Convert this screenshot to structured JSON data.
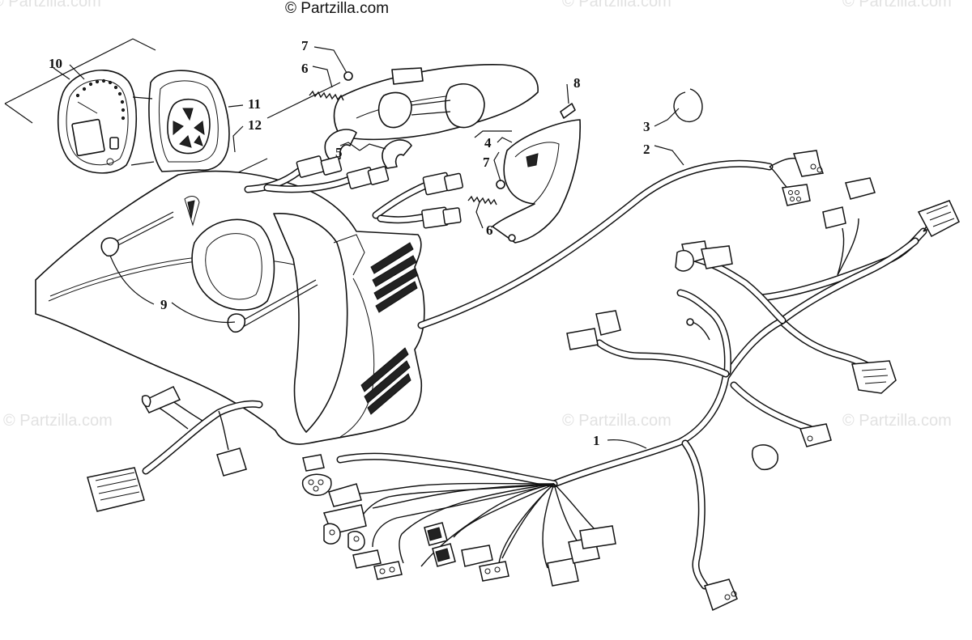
{
  "watermark": {
    "top": "© Partzilla.com",
    "repeat": "© Partzilla.com"
  },
  "callouts": {
    "c1": "1",
    "c2": "2",
    "c3": "3",
    "c4": "4",
    "c5": "5",
    "c6a": "6",
    "c6b": "6",
    "c7a": "7",
    "c7b": "7",
    "c8": "8",
    "c9": "9",
    "c10": "10",
    "c11": "11",
    "c12": "12"
  }
}
